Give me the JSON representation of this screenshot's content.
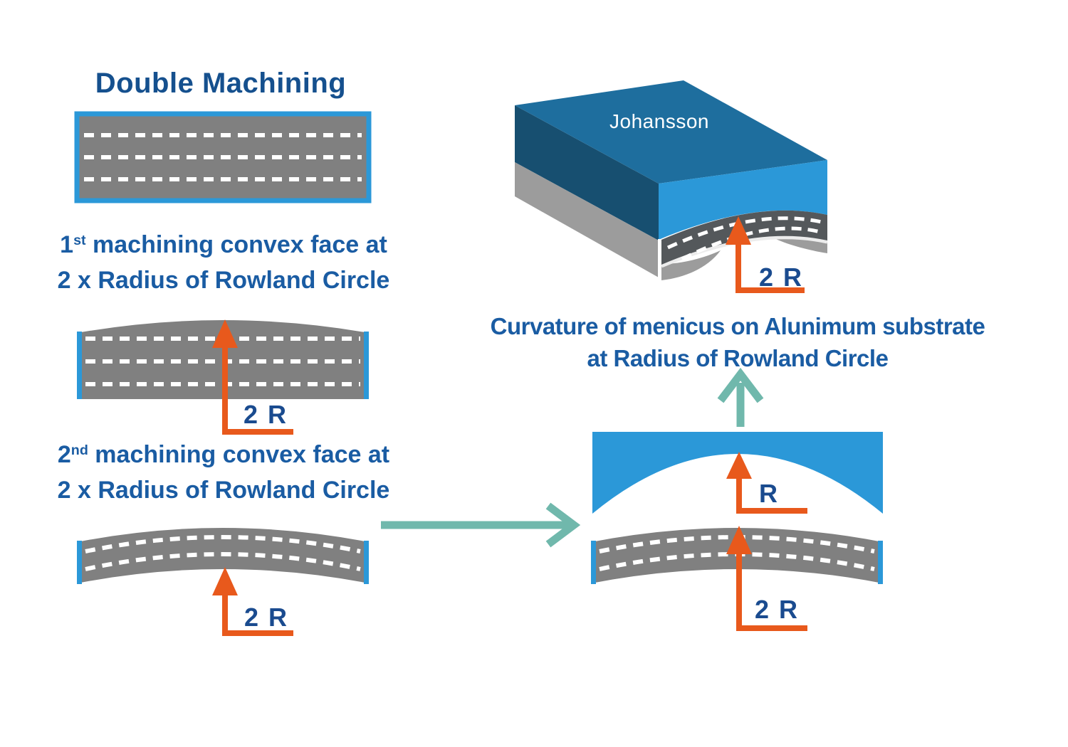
{
  "title": "Double Machining",
  "steps": [
    {
      "number": "1",
      "ordinal": "st",
      "rest": " machining convex face at",
      "line2": "2 x Radius of Rowland Circle"
    },
    {
      "number": "2",
      "ordinal": "nd",
      "rest": " machining convex face at",
      "line2": "2 x Radius of Rowland Circle"
    }
  ],
  "block_label": "Johansson",
  "caption": {
    "line1": "Curvature of menicus on Alunimum substrate",
    "line2": "at Radius of Rowland Circle"
  },
  "labels": {
    "shape2_dim": "2 R",
    "shape3_dim": "2 R",
    "block_dim": "2 R",
    "bridge_dim": "R",
    "meniscus2_dim": "2 R"
  },
  "colors": {
    "accent_blue": "#2B98D8",
    "orange": "#E8591C",
    "teal": "#70B8AC",
    "text_blue": "#1A5CA3",
    "title_blue": "#15508E",
    "dim_navy": "#1A4B8F",
    "crystal_gray": "#808080",
    "block_top_blue": "#1E6E9E",
    "block_front_blue": "#2B98D8",
    "block_side_navy": "#174F70",
    "block_side_gray": "#9C9C9C",
    "strip_dark_gray": "#54585B"
  }
}
